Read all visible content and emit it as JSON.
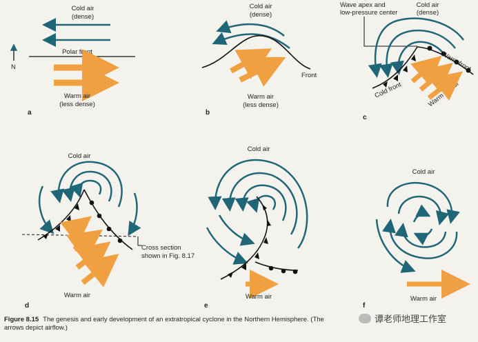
{
  "colors": {
    "cold": "#1f6678",
    "warm": "#f0a040",
    "front": "#111111"
  },
  "panels": {
    "a": {
      "letter": "a",
      "cold": "Cold air",
      "cold_sub": "(dense)",
      "front": "Polar front",
      "warm": "Warm air",
      "warm_sub": "(less dense)",
      "north": "N"
    },
    "b": {
      "letter": "b",
      "cold": "Cold air",
      "cold_sub": "(dense)",
      "front": "Front",
      "warm": "Warm air",
      "warm_sub": "(less dense)"
    },
    "c": {
      "letter": "c",
      "apex1": "Wave apex and",
      "apex2": "low-pressure center",
      "cold": "Cold air",
      "cold_sub": "(dense)",
      "warm_front": "Warm front",
      "cold_front": "Cold front",
      "warm_sector": "Warm sector"
    },
    "d": {
      "letter": "d",
      "cold": "Cold air",
      "warm": "Warm air",
      "cross1": "Cross section",
      "cross2": "shown in Fig. 8.17"
    },
    "e": {
      "letter": "e",
      "cold": "Cold air",
      "warm": "Warm air"
    },
    "f": {
      "letter": "f",
      "cold": "Cold air",
      "warm": "Warm air"
    }
  },
  "caption": {
    "figure": "Figure 8.15",
    "text": "The genesis and early development of an extratropical cyclone in the Northern Hemisphere. (The arrows depict airflow.)"
  },
  "watermark": "谭老师地理工作室"
}
